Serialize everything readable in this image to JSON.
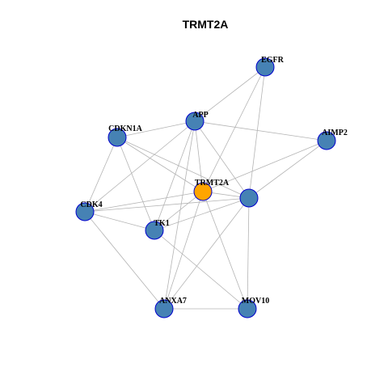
{
  "title": "TRMT2A",
  "colors": {
    "center_node_fill": "#FFA500",
    "node_fill": "#4682B4",
    "node_border": "#0000CD",
    "edge": "#B4B4B4"
  },
  "nodes": [
    {
      "id": "EGFR",
      "label": "EGFR",
      "center": false
    },
    {
      "id": "APP",
      "label": "APP",
      "center": false
    },
    {
      "id": "CDKN1A",
      "label": "CDKN1A",
      "center": false
    },
    {
      "id": "AIMP2",
      "label": "AIMP2",
      "center": false
    },
    {
      "id": "TRMT2A",
      "label": "TRMT2A",
      "center": true
    },
    {
      "id": "UNLABELED",
      "label": "",
      "center": false
    },
    {
      "id": "CDK4",
      "label": "CDK4",
      "center": false
    },
    {
      "id": "TK1",
      "label": "TK1",
      "center": false
    },
    {
      "id": "ANXA7",
      "label": "ANXA7",
      "center": false
    },
    {
      "id": "MOV10",
      "label": "MOV10",
      "center": false
    }
  ],
  "edges": [
    [
      "EGFR",
      "APP"
    ],
    [
      "EGFR",
      "TRMT2A"
    ],
    [
      "EGFR",
      "UNLABELED"
    ],
    [
      "APP",
      "CDKN1A"
    ],
    [
      "APP",
      "AIMP2"
    ],
    [
      "APP",
      "TRMT2A"
    ],
    [
      "APP",
      "UNLABELED"
    ],
    [
      "APP",
      "CDK4"
    ],
    [
      "APP",
      "TK1"
    ],
    [
      "APP",
      "ANXA7"
    ],
    [
      "CDKN1A",
      "TRMT2A"
    ],
    [
      "CDKN1A",
      "UNLABELED"
    ],
    [
      "CDKN1A",
      "CDK4"
    ],
    [
      "CDKN1A",
      "TK1"
    ],
    [
      "AIMP2",
      "TRMT2A"
    ],
    [
      "AIMP2",
      "UNLABELED"
    ],
    [
      "TRMT2A",
      "UNLABELED"
    ],
    [
      "TRMT2A",
      "CDK4"
    ],
    [
      "TRMT2A",
      "TK1"
    ],
    [
      "TRMT2A",
      "ANXA7"
    ],
    [
      "TRMT2A",
      "MOV10"
    ],
    [
      "UNLABELED",
      "CDK4"
    ],
    [
      "UNLABELED",
      "TK1"
    ],
    [
      "UNLABELED",
      "ANXA7"
    ],
    [
      "UNLABELED",
      "MOV10"
    ],
    [
      "CDK4",
      "TK1"
    ],
    [
      "CDK4",
      "ANXA7"
    ],
    [
      "TK1",
      "MOV10"
    ],
    [
      "ANXA7",
      "MOV10"
    ]
  ]
}
